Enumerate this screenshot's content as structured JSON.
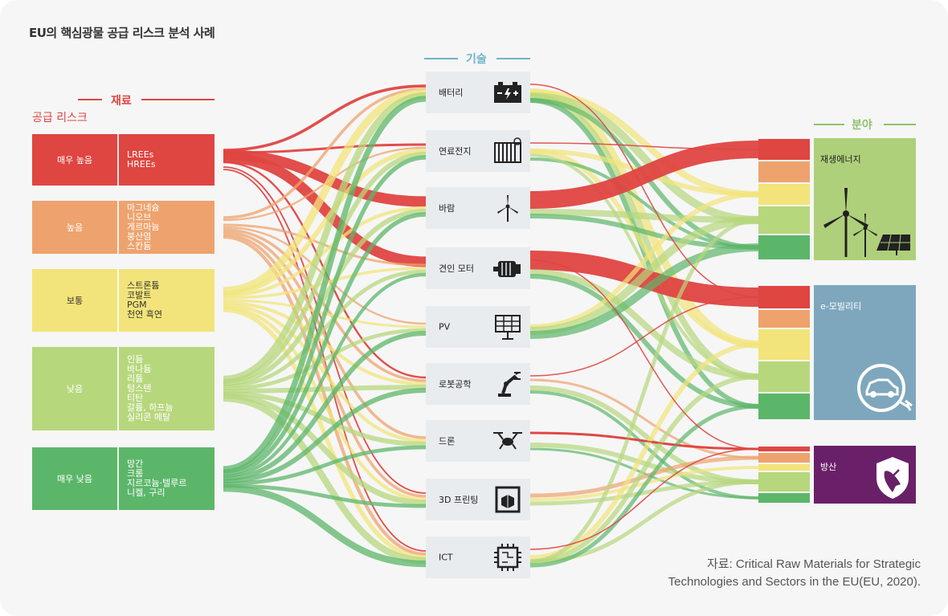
{
  "title": "EU의 핵심광물 공급 리스크 분석 사례",
  "headers": {
    "materials": "재료",
    "supply_risk": "공급 리스크",
    "technology": "기술",
    "field": "분야"
  },
  "colors": {
    "very_high": "#df4541",
    "high": "#eea36e",
    "medium": "#f2e47a",
    "low": "#b7d77d",
    "very_low": "#5cb66a",
    "materials_header": "#df4541",
    "tech_header": "#6fb3c8",
    "field_header": "#8dc36b",
    "renewable": "#aed07a",
    "emobility": "#7ea7bd",
    "defense": "#6a2069"
  },
  "risk_levels": [
    {
      "level": "매우 높음",
      "materials": [
        "LREEs",
        "HREEs"
      ]
    },
    {
      "level": "높음",
      "materials": [
        "마그네슘",
        "니오브",
        "게르마늄",
        "붕산염",
        "스칸듐"
      ]
    },
    {
      "level": "보통",
      "materials": [
        "스트론튬",
        "코발트",
        "PGM",
        "천연 흑연"
      ]
    },
    {
      "level": "낮음",
      "materials": [
        "인듐",
        "바나듐",
        "리튬",
        "텅스텐",
        "티탄",
        "갈륨, 하프늄",
        "실리콘 메탈"
      ]
    },
    {
      "level": "매우 낮음",
      "materials": [
        "망간",
        "크롬",
        "지르코늄·텔루르",
        "니켈, 구리"
      ]
    }
  ],
  "technologies": [
    {
      "label": "배터리",
      "icon": "battery-icon"
    },
    {
      "label": "연료전지",
      "icon": "fuel-cell-icon"
    },
    {
      "label": "바람",
      "icon": "wind-turbine-icon"
    },
    {
      "label": "견인 모터",
      "icon": "motor-icon"
    },
    {
      "label": "PV",
      "icon": "solar-panel-icon"
    },
    {
      "label": "로봇공학",
      "icon": "robot-arm-icon"
    },
    {
      "label": "드론",
      "icon": "drone-icon"
    },
    {
      "label": "3D 프린팅",
      "icon": "3d-printer-icon"
    },
    {
      "label": "ICT",
      "icon": "chip-icon"
    }
  ],
  "fields": [
    {
      "label": "재생에너지",
      "icon": "renewable-energy-icon"
    },
    {
      "label": "e-모빌리티",
      "icon": "electric-car-icon"
    },
    {
      "label": "방산",
      "icon": "defense-shield-icon"
    }
  ],
  "source": [
    "자료: Critical Raw Materials for Strategic",
    "Technologies and Sectors in the EU(EU, 2020)."
  ]
}
